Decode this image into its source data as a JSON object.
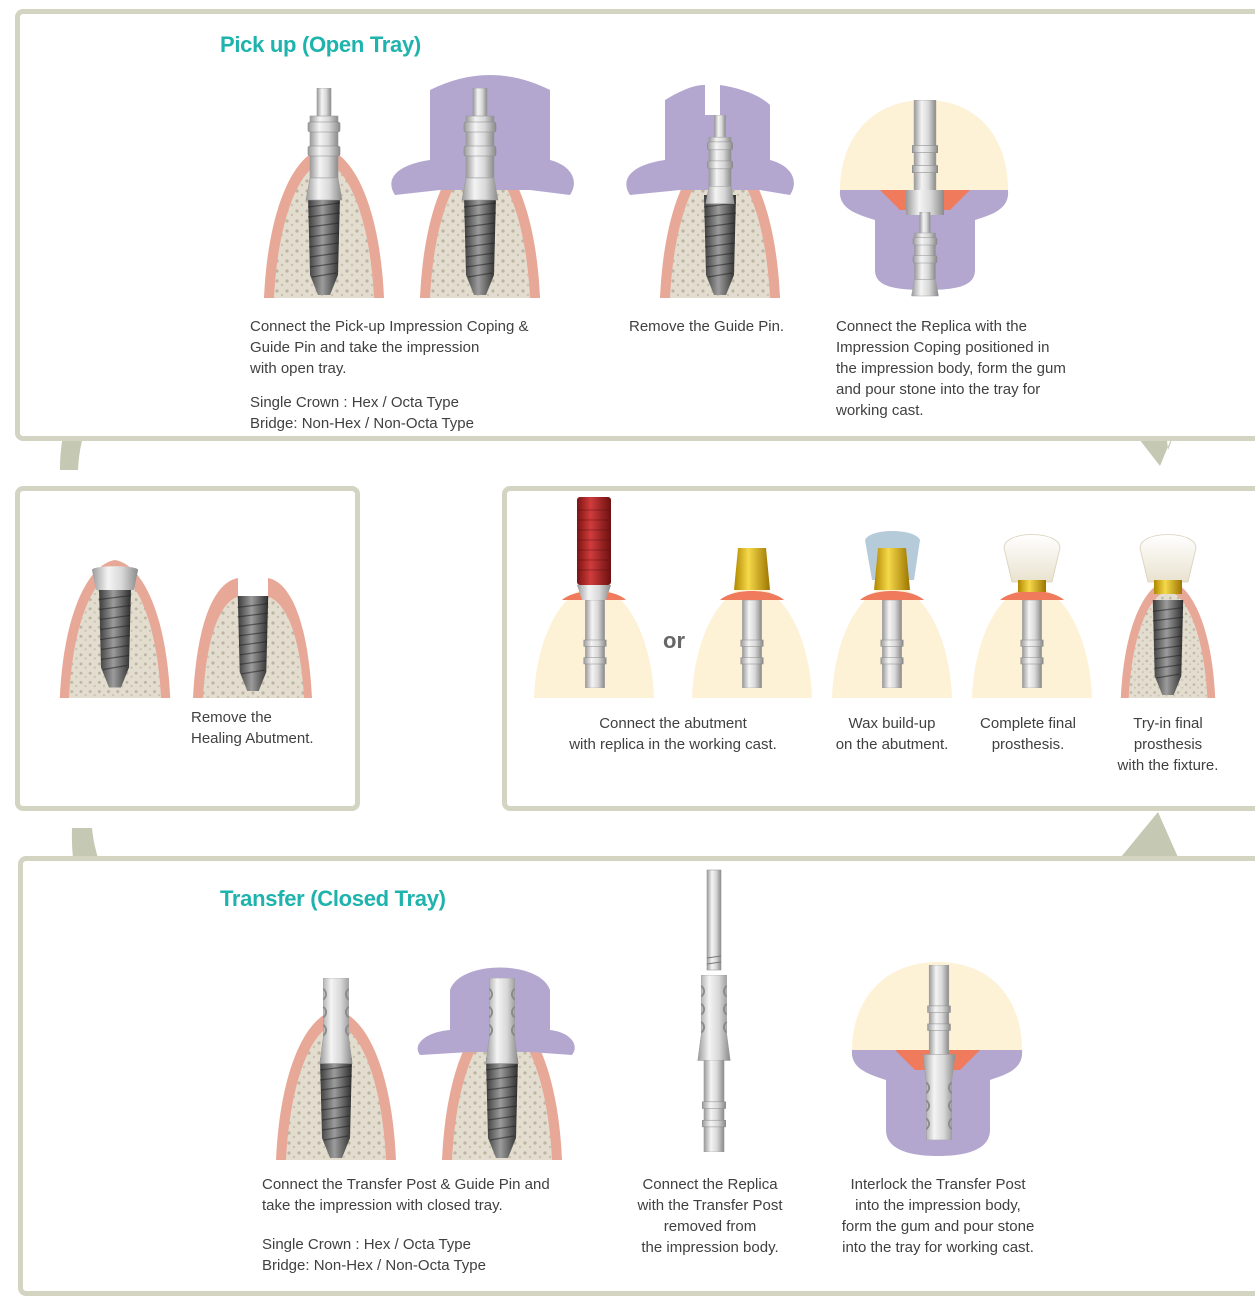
{
  "pickup": {
    "title": "Pick up (Open Tray)",
    "step1": [
      "Connect the Pick-up Impression Coping &",
      "Guide Pin and take the impression",
      "with open tray."
    ],
    "step1_type": [
      "Single Crown : Hex / Octa Type",
      "Bridge: Non-Hex / Non-Octa Type"
    ],
    "step2": [
      "Remove the Guide Pin."
    ],
    "step3": [
      "Connect the Replica with the",
      "Impression Coping positioned in",
      "the impression body, form the gum",
      "and pour stone into the tray for",
      "working cast."
    ]
  },
  "healing": {
    "caption": [
      "Remove the",
      "Healing Abutment."
    ]
  },
  "lab": {
    "or_label": "or",
    "step1": [
      "Connect the abutment",
      "with replica in the working cast."
    ],
    "step2": [
      "Wax build-up",
      "on the abutment."
    ],
    "step3": [
      "Complete final",
      "prosthesis."
    ],
    "step4": [
      "Try-in final",
      "prosthesis",
      "with the fixture."
    ]
  },
  "transfer": {
    "title": "Transfer (Closed Tray)",
    "step1": [
      "Connect the Transfer Post & Guide Pin and",
      "take the impression with closed tray."
    ],
    "step1_type": [
      "Single Crown : Hex / Octa Type",
      "Bridge: Non-Hex / Non-Octa Type"
    ],
    "step2": [
      "Connect the Replica",
      "with the Transfer Post",
      "removed from",
      "the impression body."
    ],
    "step3": [
      "Interlock the Transfer Post",
      "into the impression body,",
      "form the gum and pour stone",
      "into the tray for working cast."
    ]
  },
  "colors": {
    "accent": "#1fb3ad",
    "frame": "#d3d4c2",
    "gum": "#e8a898",
    "bone": "#e8e2d6",
    "tray": "#b3a7d0",
    "stone": "#fdf1d6",
    "soft_tissue": "#f07a5c",
    "abutment_gold": "#e0b420",
    "coping_red": "#b52a2a"
  }
}
